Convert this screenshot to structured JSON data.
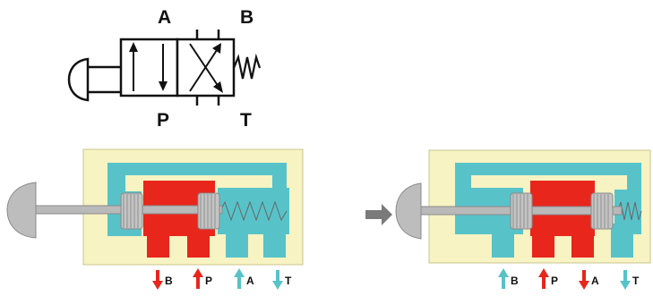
{
  "symbol": {
    "ports": {
      "A": "A",
      "B": "B",
      "P": "P",
      "T": "T"
    }
  },
  "left_valve": {
    "flows": [
      {
        "label": "B",
        "direction": "down",
        "color": "#e8261c"
      },
      {
        "label": "P",
        "direction": "up",
        "color": "#e8261c"
      },
      {
        "label": "A",
        "direction": "up",
        "color": "#57c3c9"
      },
      {
        "label": "T",
        "direction": "down",
        "color": "#57c3c9"
      }
    ]
  },
  "right_valve": {
    "flows": [
      {
        "label": "B",
        "direction": "up",
        "color": "#57c3c9"
      },
      {
        "label": "P",
        "direction": "up",
        "color": "#e8261c"
      },
      {
        "label": "A",
        "direction": "down",
        "color": "#e8261c"
      },
      {
        "label": "T",
        "direction": "down",
        "color": "#57c3c9"
      }
    ]
  },
  "colors": {
    "body": "#f7f3c2",
    "oil_pressure": "#e8261c",
    "oil_return": "#57c3c9",
    "spool": "#b9b9b9",
    "push_arrow": "#7a7a7a"
  }
}
